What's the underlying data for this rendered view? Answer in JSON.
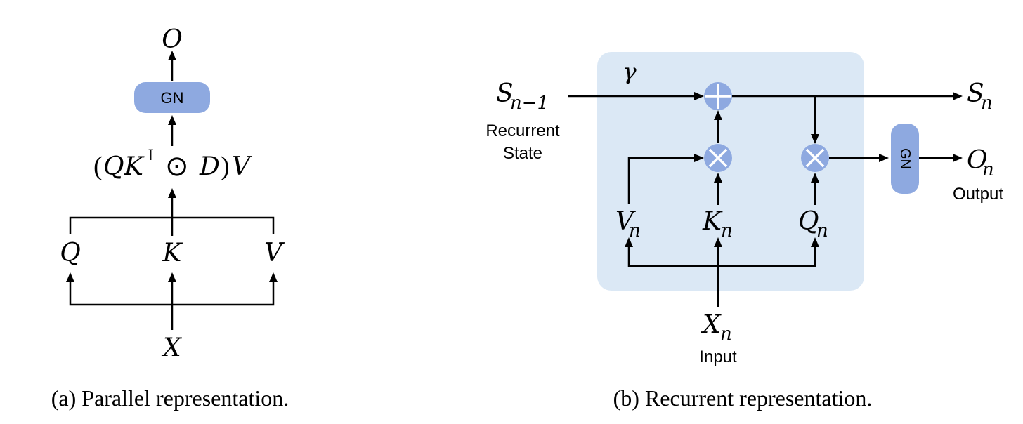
{
  "parallel": {
    "output": "O",
    "gn": "GN",
    "formula": {
      "open": "(",
      "q": "Q",
      "k": "K",
      "transpose": "⊺",
      "odot": "⊙",
      "d": "D",
      "close": ")",
      "v": "V"
    },
    "q": "Q",
    "k": "K",
    "v": "V",
    "input": "X",
    "caption": "(a) Parallel representation."
  },
  "recurrent": {
    "gamma": "γ",
    "state_in": {
      "base": "S",
      "sub": "n−1"
    },
    "state_in_label_1": "Recurrent",
    "state_in_label_2": "State",
    "state_out": {
      "base": "S",
      "sub": "n"
    },
    "gn": "GN",
    "output": {
      "base": "O",
      "sub": "n"
    },
    "output_label": "Output",
    "v": {
      "base": "V",
      "sub": "n"
    },
    "k": {
      "base": "K",
      "sub": "n"
    },
    "q": {
      "base": "Q",
      "sub": "n"
    },
    "input": {
      "base": "X",
      "sub": "n"
    },
    "input_label": "Input",
    "caption": "(b) Recurrent representation."
  }
}
